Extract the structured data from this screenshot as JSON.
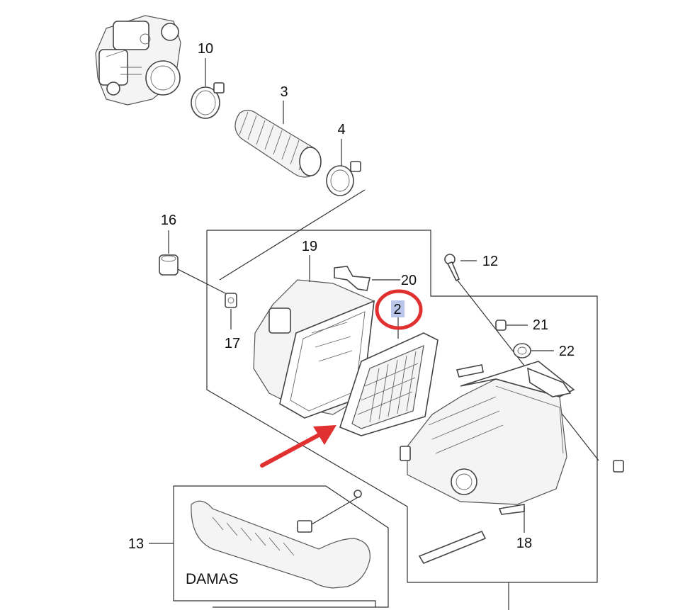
{
  "labels": {
    "p10": "10",
    "p3": "3",
    "p4": "4",
    "p16": "16",
    "p19": "19",
    "p20": "20",
    "p12": "12",
    "p2": "2",
    "p21": "21",
    "p22": "22",
    "p17": "17",
    "p18": "18",
    "p13": "13"
  },
  "variant_note": "DAMAS",
  "colors": {
    "highlight_circle": "#e03030",
    "arrow": "#e03030",
    "label_2_background": "#b9c6ea"
  }
}
